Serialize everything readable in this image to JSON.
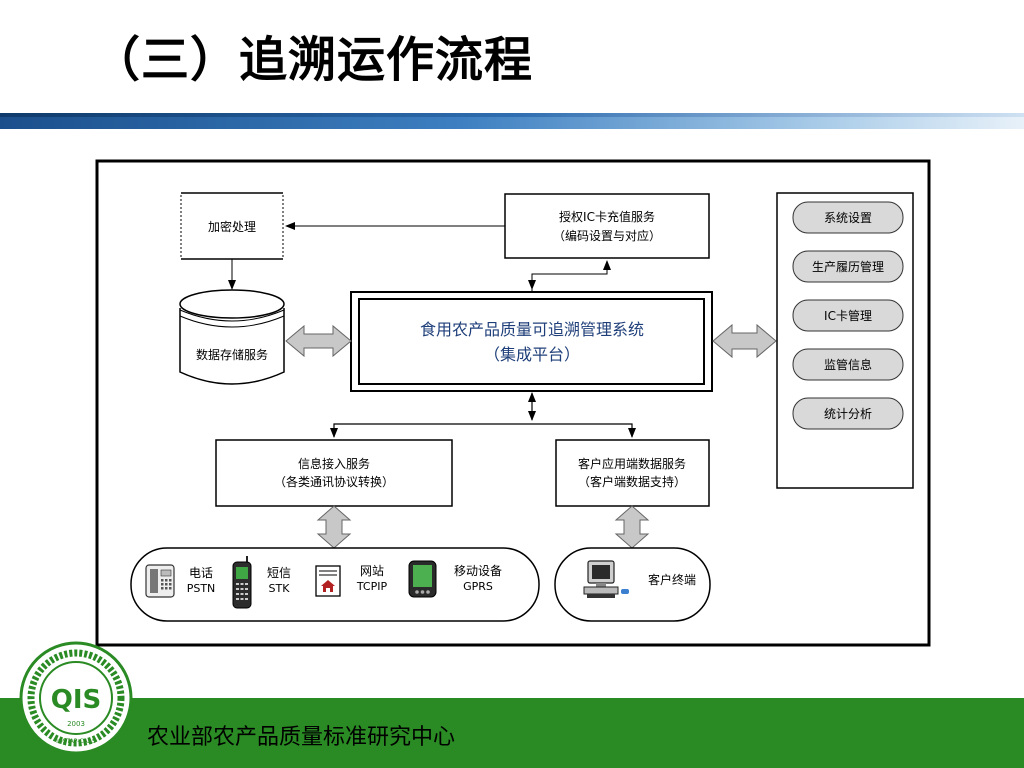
{
  "header": {
    "title": "（三）追溯运作流程"
  },
  "diagram": {
    "encrypt": "加密处理",
    "ic_service": {
      "line1": "授权IC卡充值服务",
      "line2": "（编码设置与对应）"
    },
    "storage": "数据存储服务",
    "core": {
      "line1": "食用农产品质量可追溯管理系统",
      "line2": "（集成平台）"
    },
    "info_access": {
      "line1": "信息接入服务",
      "line2": "（各类通讯协议转换）"
    },
    "client_service": {
      "line1": "客户应用端数据服务",
      "line2": "（客户端数据支持）"
    },
    "menu": [
      "系统设置",
      "生产履历管理",
      "IC卡管理",
      "监管信息",
      "统计分析"
    ],
    "devices": [
      {
        "name": "电话",
        "protocol": "PSTN",
        "icon": "telephone-icon"
      },
      {
        "name": "短信",
        "protocol": "STK",
        "icon": "mobile-phone-icon"
      },
      {
        "name": "网站",
        "protocol": "TCPIP",
        "icon": "website-icon"
      },
      {
        "name": "移动设备",
        "protocol": "GPRS",
        "icon": "pda-icon"
      }
    ],
    "client_terminal": "客户终端"
  },
  "footer": {
    "org": "农业部农产品质量标准研究中心",
    "logo": {
      "text": "QIS",
      "year": "2003",
      "abbr": "IQSTAP-CAAS"
    }
  }
}
